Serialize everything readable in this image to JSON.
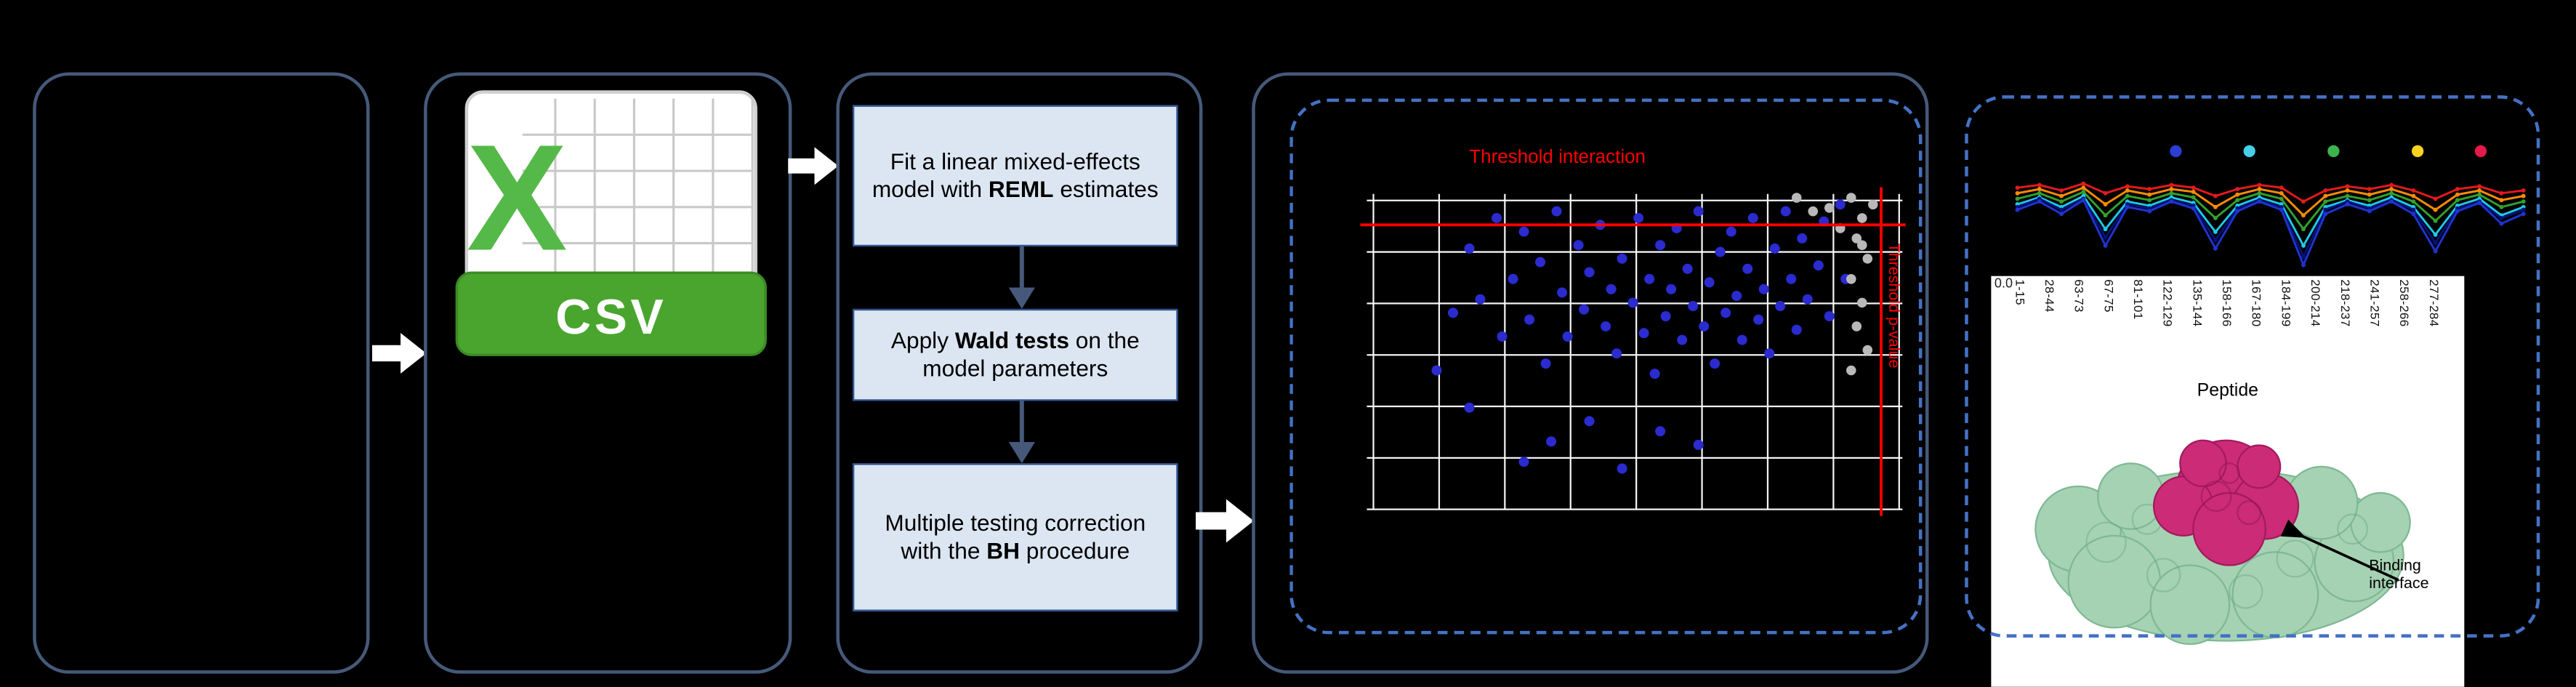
{
  "colors": {
    "background": "#000000",
    "solid_box_border": "#46597a",
    "dashed_box_border": "#4472c4",
    "step_fill": "#dce6f2",
    "step_border": "#2f5597",
    "block_arrow": "#ffffff",
    "connector_arrow": "#46597a"
  },
  "csv": {
    "letter": "X",
    "label": "CSV",
    "letter_color": "#54b948",
    "band_color": "#4aa52e"
  },
  "steps": [
    {
      "pre": "Fit a linear mixed-effects model with ",
      "bold": "REML",
      "post": " estimates"
    },
    {
      "pre": "Apply ",
      "bold": "Wald tests",
      "post": " on the model parameters"
    },
    {
      "pre": "Multiple testing correction with the ",
      "bold": "BH",
      "post": " procedure"
    }
  ],
  "scatter": {
    "title": "Threshold interaction",
    "side_label": "Threshold p-value",
    "threshold_color": "#ff0000",
    "grid_color": "#ffffff",
    "point_color": "#2b2bd0",
    "muted_point_color": "#b9b9b9",
    "grid_cols": 9,
    "grid_rows": 7,
    "hline_y_pct": 14,
    "vline_x_pct": 95.5,
    "points_blue": [
      [
        14,
        57
      ],
      [
        17,
        40
      ],
      [
        20,
        21
      ],
      [
        22,
        36
      ],
      [
        25,
        12
      ],
      [
        26,
        47
      ],
      [
        28,
        30
      ],
      [
        30,
        16
      ],
      [
        31,
        42
      ],
      [
        33,
        25
      ],
      [
        34,
        55
      ],
      [
        36,
        10
      ],
      [
        37,
        34
      ],
      [
        38,
        47
      ],
      [
        40,
        20
      ],
      [
        41,
        39
      ],
      [
        42,
        28
      ],
      [
        44,
        14
      ],
      [
        45,
        44
      ],
      [
        46,
        33
      ],
      [
        47,
        52
      ],
      [
        48,
        24
      ],
      [
        50,
        37
      ],
      [
        51,
        12
      ],
      [
        52,
        46
      ],
      [
        53,
        30
      ],
      [
        54,
        58
      ],
      [
        55,
        20
      ],
      [
        56,
        41
      ],
      [
        57,
        33
      ],
      [
        58,
        15
      ],
      [
        59,
        48
      ],
      [
        60,
        27
      ],
      [
        61,
        38
      ],
      [
        62,
        10
      ],
      [
        63,
        44
      ],
      [
        64,
        31
      ],
      [
        65,
        55
      ],
      [
        66,
        22
      ],
      [
        67,
        40
      ],
      [
        68,
        16
      ],
      [
        69,
        35
      ],
      [
        70,
        48
      ],
      [
        71,
        27
      ],
      [
        72,
        12
      ],
      [
        73,
        42
      ],
      [
        74,
        33
      ],
      [
        75,
        52
      ],
      [
        76,
        21
      ],
      [
        77,
        38
      ],
      [
        78,
        10
      ],
      [
        79,
        30
      ],
      [
        80,
        45
      ],
      [
        81,
        18
      ],
      [
        82,
        36
      ],
      [
        84,
        26
      ],
      [
        85,
        13
      ],
      [
        86,
        41
      ],
      [
        88,
        8
      ],
      [
        89,
        30
      ],
      [
        35,
        78
      ],
      [
        42,
        72
      ],
      [
        30,
        84
      ],
      [
        55,
        75
      ],
      [
        20,
        68
      ],
      [
        48,
        86
      ],
      [
        62,
        79
      ]
    ],
    "points_gray": [
      [
        90,
        6
      ],
      [
        92,
        12
      ],
      [
        91,
        18
      ],
      [
        93,
        24
      ],
      [
        90,
        30
      ],
      [
        92,
        37
      ],
      [
        91,
        44
      ],
      [
        93,
        51
      ],
      [
        90,
        57
      ],
      [
        92,
        20
      ],
      [
        86,
        9
      ],
      [
        88,
        15
      ],
      [
        94,
        8
      ],
      [
        80,
        6
      ],
      [
        83,
        10
      ]
    ]
  },
  "uptake": {
    "series": [
      {
        "color": "#e31a1c",
        "values": [
          36,
          34,
          38,
          33,
          40,
          35,
          37,
          34,
          36,
          42,
          37,
          34,
          36,
          46,
          38,
          35,
          37,
          34,
          38,
          44,
          37,
          35,
          40,
          38
        ]
      },
      {
        "color": "#ff8c00",
        "values": [
          40,
          37,
          42,
          36,
          48,
          38,
          41,
          37,
          39,
          50,
          41,
          37,
          40,
          56,
          42,
          38,
          41,
          37,
          42,
          52,
          41,
          38,
          45,
          42
        ]
      },
      {
        "color": "#33a02c",
        "values": [
          44,
          40,
          46,
          39,
          56,
          42,
          45,
          40,
          43,
          58,
          45,
          40,
          44,
          66,
          46,
          42,
          45,
          40,
          46,
          60,
          45,
          41,
          50,
          46
        ]
      },
      {
        "color": "#1ec9e8",
        "values": [
          48,
          43,
          50,
          42,
          66,
          46,
          49,
          43,
          47,
          68,
          49,
          43,
          48,
          78,
          50,
          45,
          49,
          43,
          50,
          70,
          49,
          44,
          56,
          50
        ]
      },
      {
        "color": "#00127a",
        "values": [
          50,
          44,
          52,
          44,
          72,
          48,
          51,
          45,
          49,
          74,
          51,
          45,
          50,
          86,
          52,
          46,
          51,
          45,
          52,
          76,
          51,
          46,
          58,
          52
        ]
      },
      {
        "color": "#2033d0",
        "values": [
          52,
          46,
          55,
          45,
          78,
          50,
          53,
          46,
          51,
          80,
          53,
          46,
          52,
          92,
          55,
          48,
          53,
          46,
          55,
          82,
          53,
          47,
          62,
          55
        ]
      }
    ],
    "legend_dots": [
      {
        "color": "#2b3fd4",
        "x_pct": 32
      },
      {
        "color": "#45d0e8",
        "x_pct": 46
      },
      {
        "color": "#3cb44b",
        "x_pct": 62
      },
      {
        "color": "#ffd21f",
        "x_pct": 78
      },
      {
        "color": "#e6194b",
        "x_pct": 90
      }
    ]
  },
  "peptide_panel": {
    "y_zero": "0.0",
    "labels": [
      "1-15",
      "28-44",
      "63-73",
      "67-75",
      "81-101",
      "122-129",
      "135-144",
      "158-166",
      "167-180",
      "184-199",
      "200-214",
      "218-237",
      "241-257",
      "258-266",
      "277-284"
    ],
    "xlabel": "Peptide",
    "annotation": "Binding interface",
    "protein_green": "#a5d2b3",
    "binding_magenta": "#cc2b78"
  }
}
